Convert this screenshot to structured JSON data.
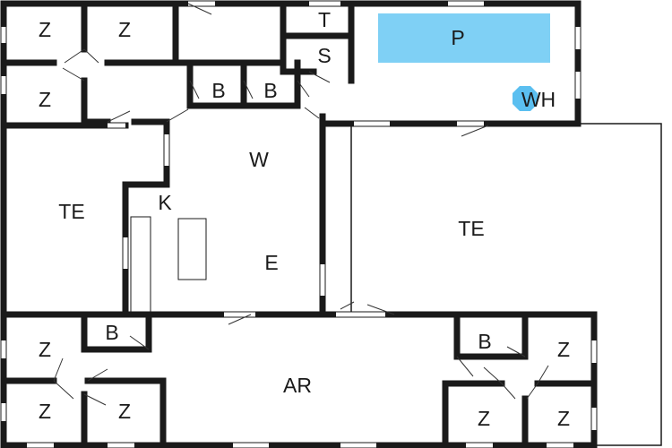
{
  "rooms": {
    "z1": "Z",
    "z2": "Z",
    "z3": "Z",
    "t": "T",
    "s": "S",
    "p": "P",
    "wh": "WH",
    "b1": "B",
    "b2": "B",
    "te_left": "TE",
    "w": "W",
    "k": "K",
    "e": "E",
    "te_right": "TE",
    "z4": "Z",
    "b3": "B",
    "z5": "Z",
    "z6": "Z",
    "ar": "AR",
    "b4": "B",
    "z7": "Z",
    "z8": "Z",
    "z9": "Z"
  },
  "colors": {
    "pool": "#7fd0f5",
    "hot_tub": "#5bbff0",
    "wall": "#1a1a1a"
  }
}
